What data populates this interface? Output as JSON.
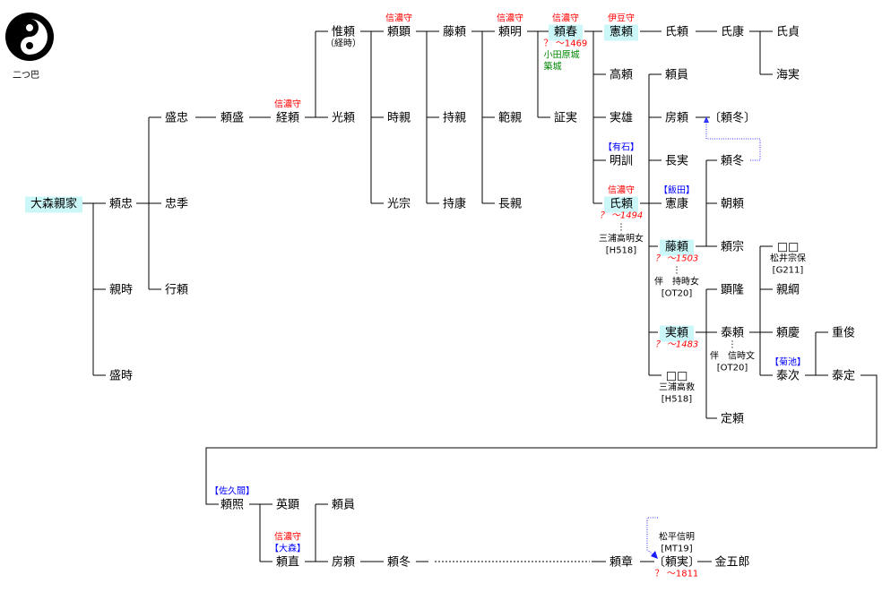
{
  "crest": {
    "label": "二つ巴",
    "icon": "futatsu-tomoe-crest"
  },
  "colors": {
    "highlight": "#ccf7f9",
    "title": "#ff0000",
    "clan": "#0000ff",
    "note": "#008800",
    "link": "#3333ff"
  },
  "nodes": [
    {
      "name": "大森親家",
      "hl": true
    },
    {
      "name": "頼忠"
    },
    {
      "name": "親時"
    },
    {
      "name": "盛時"
    },
    {
      "name": "盛忠"
    },
    {
      "name": "忠季"
    },
    {
      "name": "行頼"
    },
    {
      "name": "頼盛"
    },
    {
      "name": "経頼",
      "above": [
        {
          "k": "title",
          "t": "信濃守"
        }
      ]
    },
    {
      "name": "惟頼",
      "below": [
        {
          "k": "alias",
          "t": "（経時）"
        }
      ]
    },
    {
      "name": "光頼"
    },
    {
      "name": "頼顕",
      "above": [
        {
          "k": "title",
          "t": "信濃守"
        }
      ]
    },
    {
      "name": "時親"
    },
    {
      "name": "光宗"
    },
    {
      "name": "藤頼"
    },
    {
      "name": "持親"
    },
    {
      "name": "持康"
    },
    {
      "name": "頼明",
      "above": [
        {
          "k": "title",
          "t": "信濃守"
        }
      ]
    },
    {
      "name": "範親"
    },
    {
      "name": "長親"
    },
    {
      "name": "頼春",
      "hl": true,
      "above": [
        {
          "k": "title",
          "t": "信濃守"
        }
      ],
      "below": [
        {
          "k": "title",
          "t": "？ ～1469"
        },
        {
          "k": "note",
          "t": "小田原城"
        },
        {
          "k": "note",
          "t": "築城"
        }
      ]
    },
    {
      "name": "証実"
    },
    {
      "name": "憲頼",
      "hl": true,
      "above": [
        {
          "k": "title",
          "t": "伊豆守"
        }
      ]
    },
    {
      "name": "高頼"
    },
    {
      "name": "実雄"
    },
    {
      "name": "明訓",
      "above": [
        {
          "k": "clan",
          "t": "【有石】"
        }
      ]
    },
    {
      "name": "氏頼",
      "hl": true,
      "above": [
        {
          "k": "title",
          "t": "信濃守"
        }
      ],
      "below": [
        {
          "k": "date",
          "t": "？ ～1494"
        },
        {
          "k": "sp",
          "t": "⋮"
        },
        {
          "k": "sp",
          "t": "三浦高明女"
        },
        {
          "k": "sp",
          "t": "[H518]"
        }
      ]
    },
    {
      "name": "氏頼"
    },
    {
      "name": "頼員"
    },
    {
      "name": "房頼"
    },
    {
      "name": "長実"
    },
    {
      "name": "憲康",
      "above": [
        {
          "k": "clan",
          "t": "【飯田】"
        }
      ]
    },
    {
      "name": "藤頼",
      "hl": true,
      "below": [
        {
          "k": "date",
          "t": "？ ～1503"
        },
        {
          "k": "sp",
          "t": "⋮"
        },
        {
          "k": "sp",
          "t": "伴　持時女"
        },
        {
          "k": "sp",
          "t": "[OT20]"
        }
      ]
    },
    {
      "name": "実頼",
      "hl": true,
      "below": [
        {
          "k": "date",
          "t": "？ ～1483"
        }
      ]
    },
    {
      "name": "□□",
      "below": [
        {
          "k": "sp",
          "t": "三浦高救"
        },
        {
          "k": "sp",
          "t": "[H518]"
        }
      ]
    },
    {
      "name": "氏康"
    },
    {
      "name": "〔頼冬〕"
    },
    {
      "name": "頼冬"
    },
    {
      "name": "朝頼"
    },
    {
      "name": "頼宗"
    },
    {
      "name": "顕隆"
    },
    {
      "name": "泰頼",
      "below": [
        {
          "k": "sp",
          "t": "⋮"
        },
        {
          "k": "sp",
          "t": "伴　信時文"
        },
        {
          "k": "sp",
          "t": "[OT20]"
        }
      ]
    },
    {
      "name": "定頼"
    },
    {
      "name": "氏貞"
    },
    {
      "name": "海実"
    },
    {
      "name": "□□",
      "below": [
        {
          "k": "sp",
          "t": "松井宗保"
        },
        {
          "k": "sp",
          "t": "[G211]"
        }
      ]
    },
    {
      "name": "親綱"
    },
    {
      "name": "頼慶"
    },
    {
      "name": "泰次",
      "above": [
        {
          "k": "clan",
          "t": "【菊池】"
        }
      ]
    },
    {
      "name": "重俊"
    },
    {
      "name": "泰定"
    },
    {
      "name": "頼照",
      "above": [
        {
          "k": "clan",
          "t": "【佐久間】"
        }
      ]
    },
    {
      "name": "英顕"
    },
    {
      "name": "頼直",
      "above": [
        {
          "k": "title",
          "t": "信濃守"
        },
        {
          "k": "clan",
          "t": "【大森】"
        }
      ]
    },
    {
      "name": "頼員"
    },
    {
      "name": "房頼"
    },
    {
      "name": "頼冬"
    },
    {
      "name": "頼章"
    },
    {
      "name": "〔頼実〕",
      "above": [
        {
          "k": "sp",
          "t": "松平信明"
        },
        {
          "k": "sp",
          "t": "[MT19]"
        }
      ],
      "below": [
        {
          "k": "title",
          "t": "？ ～1811"
        }
      ]
    },
    {
      "name": "金五郎"
    }
  ]
}
